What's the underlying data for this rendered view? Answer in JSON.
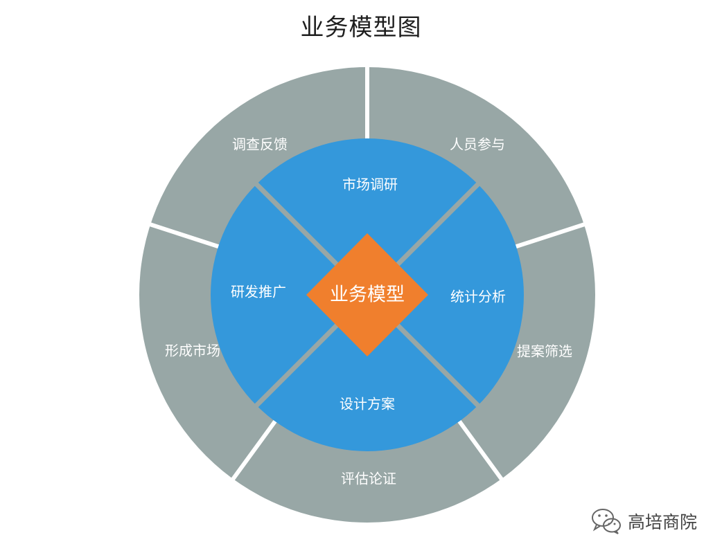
{
  "title": "业务模型图",
  "center": {
    "label": "业务模型"
  },
  "inner_ring": [
    "市场调研",
    "统计分析",
    "设计方案",
    "研发推广"
  ],
  "outer_ring": [
    "人员参与",
    "提案筛选",
    "评估论证",
    "形成市场",
    "调查反馈"
  ],
  "watermark": {
    "text": "高培商院",
    "icon": "wechat-icon"
  },
  "colors": {
    "outer": "#98a7a6",
    "inner": "#3498db",
    "center": "#f07f2d",
    "divider_outer": "#ffffff",
    "divider_inner": "#98a7a6",
    "text": "#ffffff"
  }
}
